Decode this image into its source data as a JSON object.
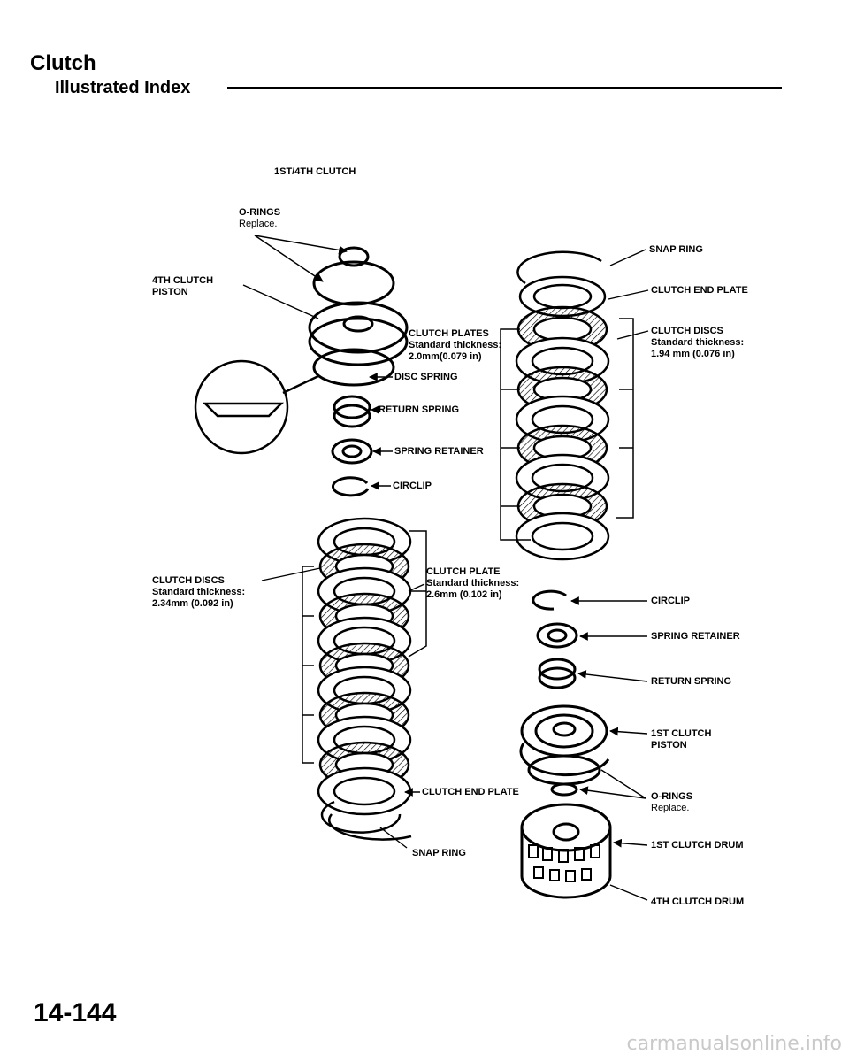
{
  "header": {
    "section_title": "Clutch",
    "subtitle": "Illustrated Index"
  },
  "diagram": {
    "title": "1ST/4TH CLUTCH",
    "left": {
      "o_rings": {
        "name": "O-RINGS",
        "note": "Replace."
      },
      "piston": {
        "name": "4TH CLUTCH",
        "name2": "PISTON"
      },
      "clutch_plates": {
        "name": "CLUTCH PLATES",
        "line2": "Standard thickness:",
        "line3": "2.0mm(0.079 in)"
      },
      "disc_spring": "DISC SPRING",
      "return_spring": "RETURN SPRING",
      "spring_retainer": "SPRING RETAINER",
      "circlip": "CIRCLIP",
      "clutch_discs": {
        "name": "CLUTCH DISCS",
        "line2": "Standard thickness:",
        "line3": "2.34mm  (0.092 in)"
      },
      "clutch_plate": {
        "name": "CLUTCH PLATE",
        "line2": "Standard thickness:",
        "line3": "2.6mm (0.102 in)"
      },
      "clutch_end_plate": "CLUTCH END PLATE",
      "snap_ring": "SNAP RING"
    },
    "right": {
      "snap_ring": "SNAP RING",
      "clutch_end_plate": "CLUTCH END PLATE",
      "clutch_discs": {
        "name": "CLUTCH DISCS",
        "line2": "Standard thickness:",
        "line3": "1.94 mm (0.076 in)"
      },
      "circlip": "CIRCLIP",
      "spring_retainer": "SPRING RETAINER",
      "return_spring": "RETURN SPRING",
      "piston": {
        "name": "1ST CLUTCH",
        "name2": "PISTON"
      },
      "o_rings": {
        "name": "O-RINGS",
        "note": "Replace."
      },
      "drum_1st": "1ST CLUTCH DRUM",
      "drum_4th": "4TH CLUTCH DRUM"
    }
  },
  "footer": {
    "page_number": "14-144",
    "watermark": "carmanualsonline.info"
  }
}
